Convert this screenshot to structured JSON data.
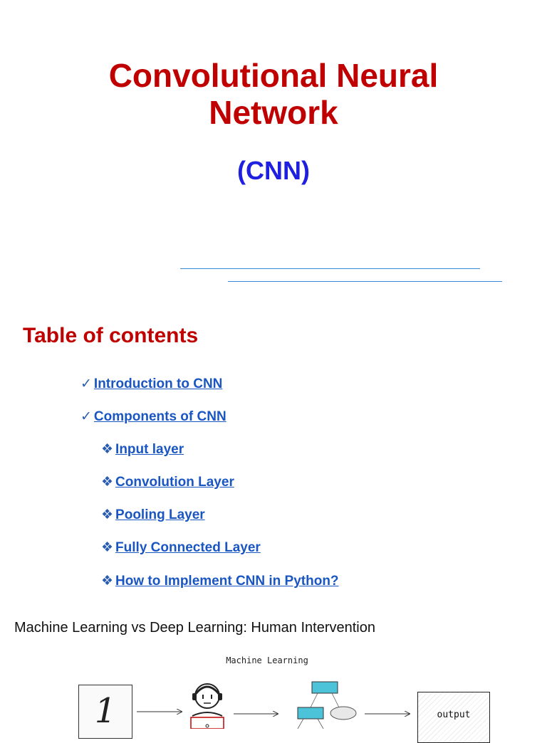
{
  "title": {
    "line1": "Convolutional Neural",
    "line2": "Network"
  },
  "subtitle": "(CNN)",
  "toc": {
    "heading": "Table of contents",
    "items": [
      {
        "bullet": "✓",
        "label": "Introduction to CNN"
      },
      {
        "bullet": "✓",
        "label": "Components of CNN"
      },
      {
        "bullet": "❖",
        "label": "Input layer"
      },
      {
        "bullet": "❖",
        "label": "Convolution Layer"
      },
      {
        "bullet": "❖",
        "label": "Pooling Layer"
      },
      {
        "bullet": "❖",
        "label": "Fully Connected Layer"
      },
      {
        "bullet": "❖",
        "label": "How to Implement CNN in Python?"
      }
    ]
  },
  "section": {
    "heading": "Machine Learning vs Deep Learning: Human Intervention"
  },
  "diagram": {
    "title": "Machine Learning",
    "input_digit": "1",
    "output_label": "output"
  },
  "colors": {
    "title_red": "#c00000",
    "subtitle_blue": "#1f1fe0",
    "link_blue": "#1a56c2",
    "rule_blue": "#3a86d6",
    "tree_node_teal": "#4cc3d9"
  }
}
